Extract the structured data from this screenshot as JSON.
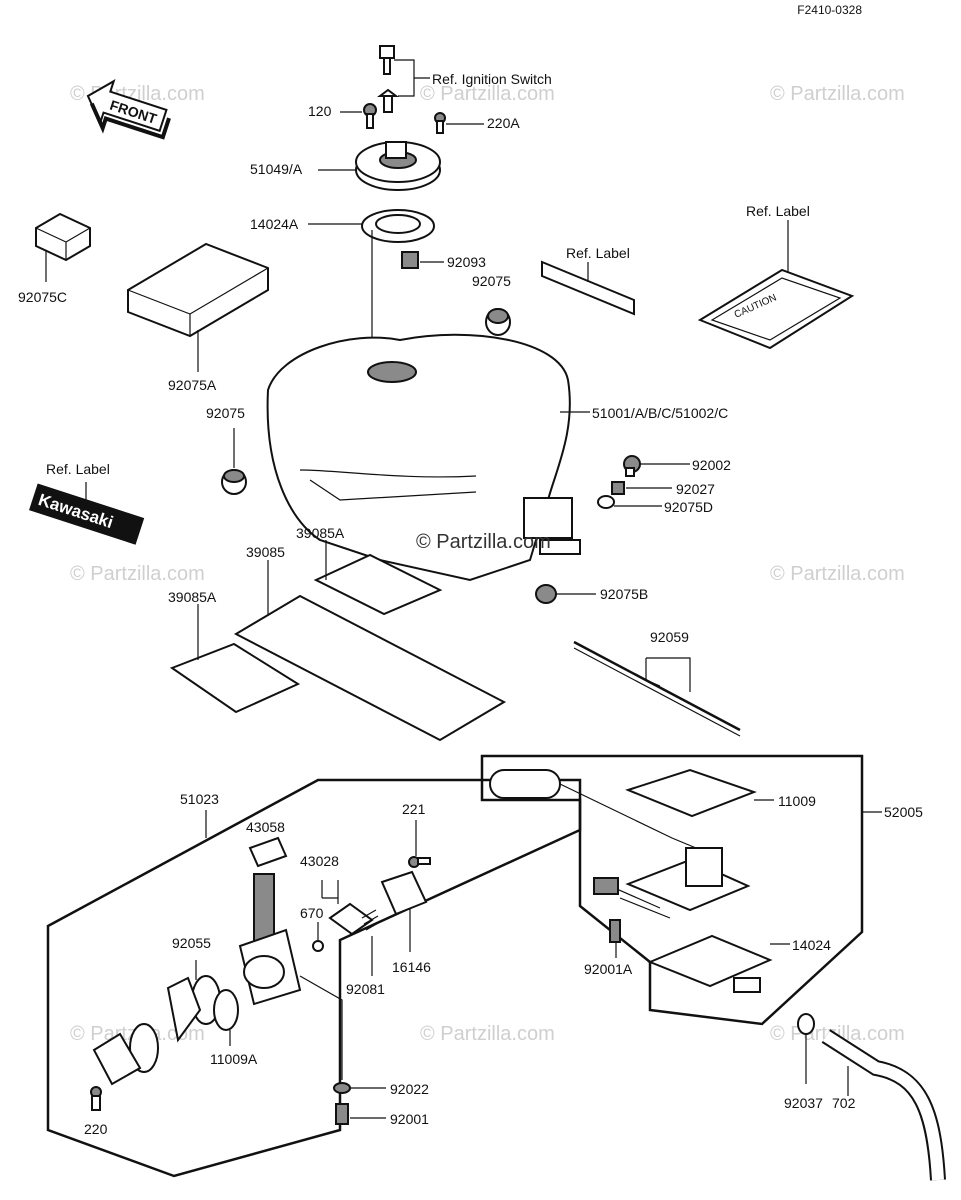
{
  "doc_code": "F2410-0328",
  "front_label": "FRONT",
  "watermark": "© Partzilla.com",
  "brand_text": "Kawasaki",
  "caution_text": "CAUTION",
  "labels": {
    "ref_ignition": "Ref. Ignition Switch",
    "p120": "120",
    "p220a": "220A",
    "p51049a": "51049/A",
    "p14024a": "14024A",
    "p92093": "92093",
    "ref_label_mid": "Ref. Label",
    "p92075_top": "92075",
    "ref_label_right": "Ref. Label",
    "p92075c": "92075C",
    "p92075a": "92075A",
    "p51001": "51001/A/B/C/51002/C",
    "p92075_left": "92075",
    "ref_label_left": "Ref. Label",
    "p92002": "92002",
    "p92027": "92027",
    "p92075d": "92075D",
    "p39085a_top": "39085A",
    "p39085": "39085",
    "p39085a_left": "39085A",
    "p92075b": "92075B",
    "p92059": "92059",
    "p51023": "51023",
    "p43058": "43058",
    "p221": "221",
    "p43028": "43028",
    "p670": "670",
    "p92055": "92055",
    "p16146": "16146",
    "p92081": "92081",
    "p11009a": "11009A",
    "p92022": "92022",
    "p92001": "92001",
    "p220": "220",
    "p11009": "11009",
    "p52005": "52005",
    "p14024": "14024",
    "p92001a": "92001A",
    "p92037": "92037",
    "p702": "702"
  }
}
